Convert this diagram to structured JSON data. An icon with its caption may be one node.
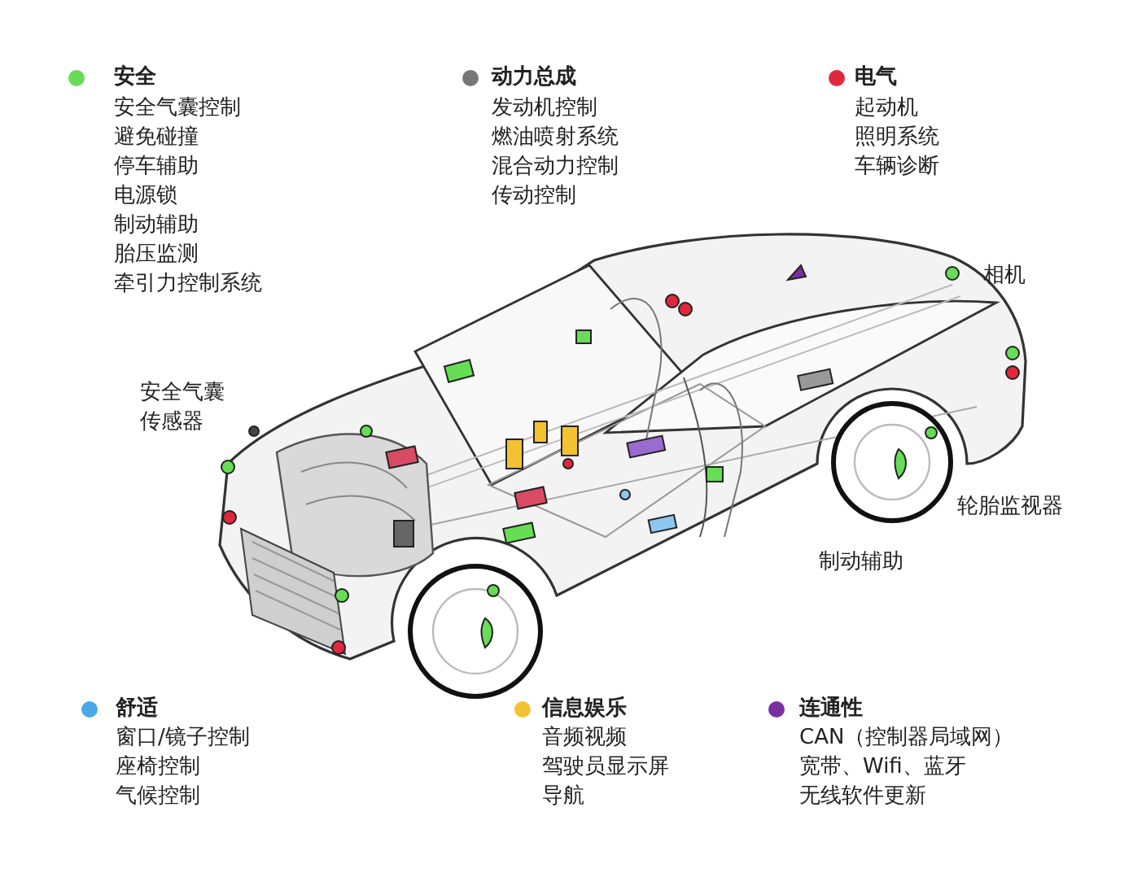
{
  "diagram": {
    "labels": [
      "安全气囊控制",
      "避免碰撞",
      "停车辅助",
      "电源锁",
      "制动辅助",
      "胎压监测",
      "牵引力控制系统",
      "发动机控制",
      "燃油喷射系统",
      "混合动力控制",
      "传动控制",
      "起动机",
      "照明系统",
      "车辆诊断",
      "安全气囊传感器",
      "相机",
      "轮胎监视器",
      "制动辅助",
      "窗口/镜子控制",
      "座椅控制",
      "气候控制",
      "音频视频",
      "驾驶员显示屏",
      "导航",
      "CAN（控制器局域网）",
      "宽带、Wifi、蓝牙",
      "无线软件更新"
    ],
    "legend": [
      {
        "text": "安全",
        "color": "#66dd55"
      },
      {
        "text": "动力总成",
        "color": "#777777"
      },
      {
        "text": "电气",
        "color": "#e0283c"
      },
      {
        "text": "舒适",
        "color": "#4aa8e8"
      },
      {
        "text": "信息娱乐",
        "color": "#f2c232"
      },
      {
        "text": "连通性",
        "color": "#7a2ea0"
      }
    ]
  }
}
